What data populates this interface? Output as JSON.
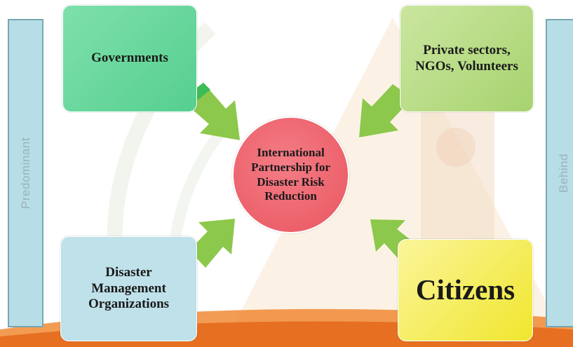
{
  "side_labels": {
    "left": "Predominant",
    "right": "Behind"
  },
  "nodes": {
    "governments": "Governments",
    "private": "Private sectors, NGOs, Volunteers",
    "dmo": "Disaster Management Organizations",
    "citizens": "Citizens",
    "center": "International Partnership for Disaster Risk Reduction"
  },
  "colors": {
    "governments": "#6fdba0",
    "private": "#b9dd86",
    "dmo": "#bfe1ea",
    "citizens": "#f6ee5a",
    "center": "#ef6b75",
    "arrow": "#8cc84b",
    "sidebar": "#b7dde6"
  }
}
